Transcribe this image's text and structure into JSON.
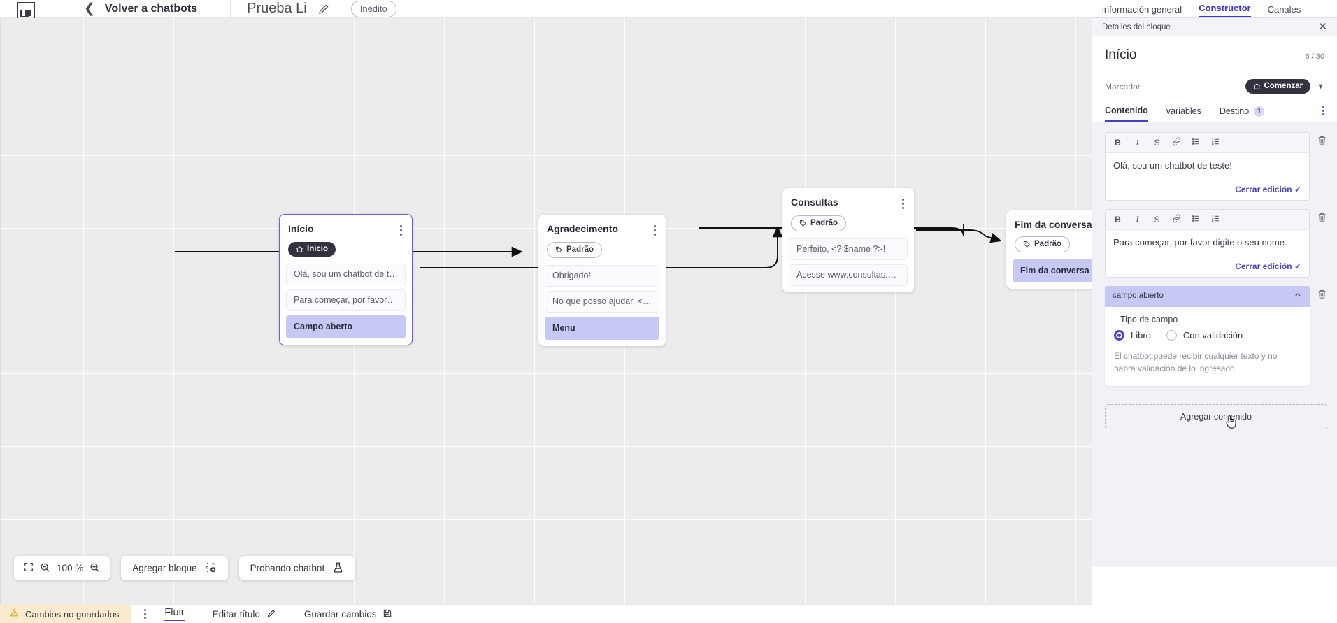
{
  "topbar": {
    "logo_icon": "app-logo-icon",
    "back_chevron_icon": "chevron-left-icon",
    "back_label": "Volver a chatbots",
    "bot_title": "Prueba Li",
    "edit_title_icon": "pencil-icon",
    "status_badge": "Inédito"
  },
  "canvas": {
    "nodes": [
      {
        "id": "inicio",
        "title": "Início",
        "chip": {
          "label": "Início",
          "style": "dark",
          "icon": "home-icon"
        },
        "selected": true,
        "rows": [
          {
            "text": "Olá, sou um chatbot de teste!",
            "type": "message"
          },
          {
            "text": "Para começar, por favor digite o ...",
            "type": "message"
          },
          {
            "text": "Campo aberto",
            "type": "action"
          }
        ]
      },
      {
        "id": "agradecimento",
        "title": "Agradecimento",
        "chip": {
          "label": "Padrão",
          "style": "ghost",
          "icon": "tag-icon"
        },
        "selected": false,
        "rows": [
          {
            "text": "Obrigado!",
            "type": "message"
          },
          {
            "text": "No que posso ajudar, <? $name ...",
            "type": "message"
          },
          {
            "text": "Menu",
            "type": "action"
          }
        ]
      },
      {
        "id": "consultas",
        "title": "Consultas",
        "chip": {
          "label": "Padrão",
          "style": "ghost",
          "icon": "tag-icon"
        },
        "selected": false,
        "rows": [
          {
            "text": "Perfeito, <? $name ?>!",
            "type": "message"
          },
          {
            "text": "Acesse www.consultas.com par...",
            "type": "message"
          }
        ]
      },
      {
        "id": "fim",
        "title": "Fim da conversa",
        "chip": {
          "label": "Padrão",
          "style": "ghost",
          "icon": "tag-icon"
        },
        "selected": false,
        "rows": [
          {
            "text": "Fim da conversa",
            "type": "action"
          }
        ]
      }
    ],
    "toolbar": {
      "fit_icon": "fit-screen-icon",
      "zoom_out_icon": "zoom-out-icon",
      "zoom_level": "100 %",
      "zoom_in_icon": "zoom-in-icon",
      "add_block_label": "Agregar bloque",
      "add_block_icon": "add-block-icon",
      "test_bot_label": "Probando chatbot",
      "test_bot_icon": "flask-icon"
    }
  },
  "footer": {
    "warning_icon": "warning-triangle-icon",
    "unsaved_label": "Cambios no guardados",
    "kebab_icon": "more-vertical-icon",
    "flow_tab": "Fluir",
    "edit_title_label": "Editar título",
    "edit_title_icon": "pencil-icon",
    "save_label": "Guardar cambios",
    "save_icon": "save-disk-icon"
  },
  "right_panel": {
    "tabs": [
      {
        "label": "información general",
        "active": false
      },
      {
        "label": "Constructor",
        "active": true
      },
      {
        "label": "Canales",
        "active": false
      }
    ],
    "header": {
      "title": "Detalles del bloque",
      "close_icon": "close-icon"
    },
    "block": {
      "name": "Início",
      "char_count": "6 / 30",
      "marker_label": "Marcador",
      "marker_chip": "Comenzar",
      "marker_chip_icon": "home-icon",
      "marker_dropdown_icon": "chevron-down-icon"
    },
    "section_tabs": [
      {
        "label": "Contenido",
        "active": true,
        "badge": ""
      },
      {
        "label": "variables",
        "active": false,
        "badge": ""
      },
      {
        "label": "Destino",
        "active": false,
        "badge": "1"
      }
    ],
    "section_kebab_icon": "more-vertical-icon",
    "editors": [
      {
        "toolbar_icons": [
          "bold-icon",
          "italic-icon",
          "strikethrough-icon",
          "link-icon",
          "bulleted-list-icon",
          "numbered-list-icon"
        ],
        "toolbar_glyphs": [
          "B",
          "I",
          "S",
          "🔗",
          "☰",
          "☷"
        ],
        "text": "Olá, sou um chatbot de teste!",
        "close_label": "Cerrar edición",
        "check_icon": "check-icon",
        "delete_icon": "trash-icon"
      },
      {
        "toolbar_icons": [
          "bold-icon",
          "italic-icon",
          "strikethrough-icon",
          "link-icon",
          "bulleted-list-icon",
          "numbered-list-icon"
        ],
        "toolbar_glyphs": [
          "B",
          "I",
          "S",
          "🔗",
          "☰",
          "☷"
        ],
        "text": "Para começar, por favor digite o seu nome.",
        "close_label": "Cerrar edición",
        "check_icon": "check-icon",
        "delete_icon": "trash-icon"
      }
    ],
    "open_field": {
      "header_label": "campo abierto",
      "collapse_icon": "chevron-up-icon",
      "delete_icon": "trash-icon",
      "field_type_label": "Tipo de campo",
      "options": [
        {
          "label": "Libro",
          "selected": true
        },
        {
          "label": "Con validación",
          "selected": false
        }
      ],
      "hint": "El chatbot puede recibir cualquier texto y no habrá validación de lo ingresado."
    },
    "add_content_label": "Agregar contenido"
  },
  "colors": {
    "accent": "#4840c8",
    "selection": "#c6c9f4",
    "warning_bg": "#fbeccf",
    "canvas_bg": "#ececed"
  }
}
